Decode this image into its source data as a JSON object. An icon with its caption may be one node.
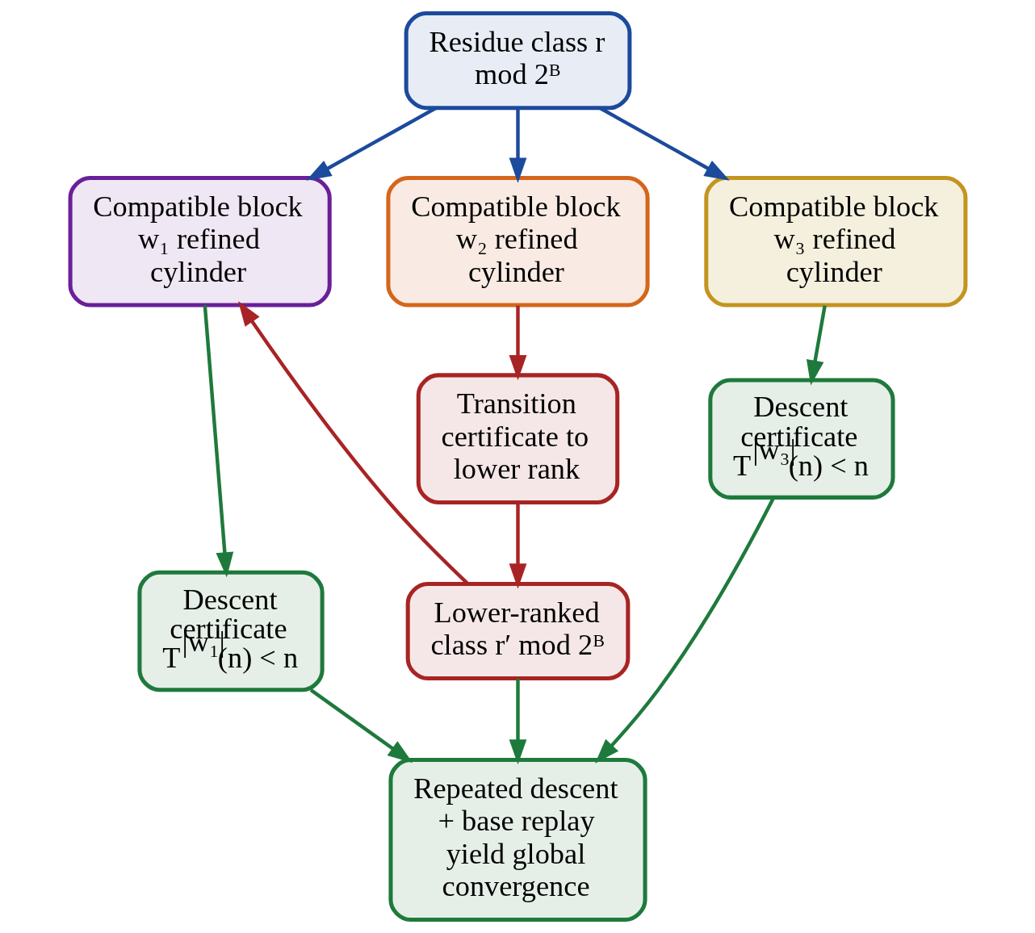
{
  "diagram": {
    "nodes": [
      {
        "text": [
          "Residue class r mod 2ᴮ"
        ]
      },
      {
        "text": [
          "Compatible block w₁ refined cylinder"
        ]
      },
      {
        "text": [
          "Compatible block w₂ refined cylinder"
        ]
      },
      {
        "text": [
          "Compatible block w₃ refined cylinder"
        ]
      },
      {
        "text": [
          "Descent certificate T$^{|w₁|}$(n) < n"
        ]
      },
      {
        "text": [
          "Transition certificate to lower rank"
        ]
      },
      {
        "text": [
          "Descent certificate T$^{|w₃|}$(n) < n"
        ]
      },
      {
        "text": [
          "Lower-ranked class r′ mod 2ᴮ"
        ]
      },
      {
        "text": [
          "Repeated descent + base replay yield global convergence"
        ]
      }
    ],
    "edges": [
      {
        "from": 0,
        "to": 1,
        "arrow": "to",
        "color": "#1c4a9c"
      },
      {
        "from": 0,
        "to": 2,
        "arrow": "to",
        "color": "#1c4a9c"
      },
      {
        "from": 0,
        "to": 3,
        "arrow": "to",
        "color": "#1c4a9c"
      },
      {
        "from": 1,
        "to": 4,
        "arrow": "to"
      },
      {
        "from": 2,
        "to": 5,
        "arrow": "to",
        "color": "#a82424"
      },
      {
        "from": 3,
        "to": 6,
        "arrow": "to"
      },
      {
        "from": 5,
        "to": 7,
        "arrow": "to",
        "color": "#a82424"
      },
      {
        "from": 7,
        "to": 1,
        "arrow": "to",
        "color": "#a82424"
      },
      {
        "from": 7,
        "to": 8,
        "arrow": "to"
      },
      {
        "from": 4,
        "to": 8,
        "arrow": "to"
      },
      {
        "from": 6,
        "to": 8,
        "arrow": "to"
      }
    ]
  }
}
